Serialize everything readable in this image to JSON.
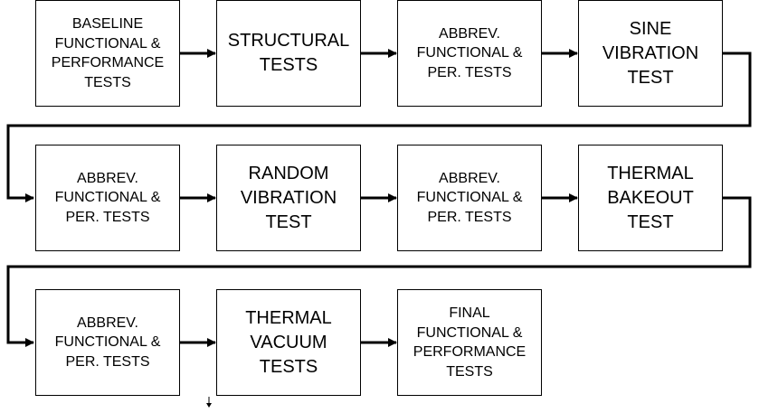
{
  "colors": {
    "stroke": "#000000",
    "fill": "#ffffff"
  },
  "steps": [
    {
      "label": "BASELINE\nFUNCTIONAL &\nPERFORMANCE\nTESTS"
    },
    {
      "label": "STRUCTURAL\nTESTS"
    },
    {
      "label": "ABBREV.\nFUNCTIONAL &\nPER. TESTS"
    },
    {
      "label": "SINE\nVIBRATION\nTEST"
    },
    {
      "label": "ABBREV.\nFUNCTIONAL &\nPER. TESTS"
    },
    {
      "label": "RANDOM\nVIBRATION\nTEST"
    },
    {
      "label": "ABBREV.\nFUNCTIONAL &\nPER. TESTS"
    },
    {
      "label": "THERMAL\nBAKEOUT\nTEST"
    },
    {
      "label": "ABBREV.\nFUNCTIONAL &\nPER. TESTS"
    },
    {
      "label": "THERMAL\nVACUUM\nTESTS"
    },
    {
      "label": "FINAL\nFUNCTIONAL &\nPERFORMANCE\nTESTS"
    }
  ]
}
